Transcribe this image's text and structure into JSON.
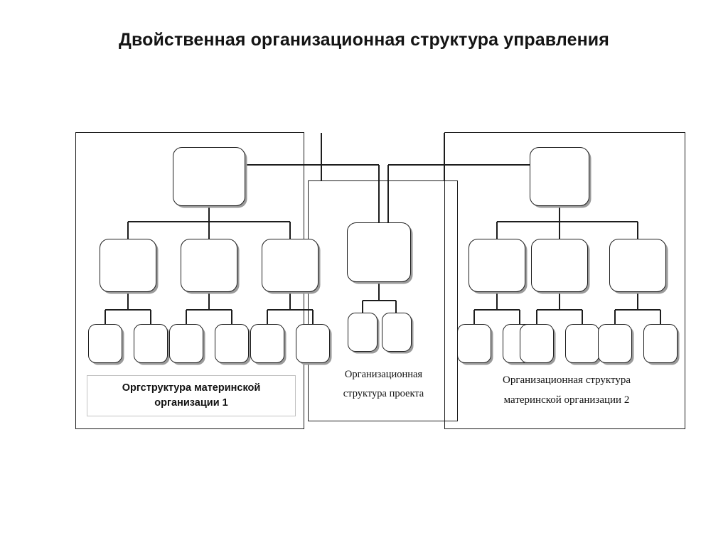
{
  "slide": {
    "title": "Двойственная организационная структура управления",
    "background_color": "#ffffff",
    "line_color": "#1d1d1d",
    "shadow_color": "#9a9a9a"
  },
  "panels": [
    {
      "id": "parent-org-1",
      "caption": "Оргструктура материнской организации 1",
      "caption_line_1": "Оргструктура материнской",
      "caption_line_2": "организации 1",
      "caption_style": "bold-sans-boxed"
    },
    {
      "id": "project-structure",
      "caption": "Организационная структура проекта",
      "caption_line_1": "Организационная",
      "caption_line_2": "структура проекта",
      "caption_style": "serif-plain"
    },
    {
      "id": "parent-org-2",
      "caption": "Организационная структура материнской организации 2",
      "caption_line_1": "Организационная структура",
      "caption_line_2": "материнской организации 2",
      "caption_style": "serif-plain"
    }
  ],
  "nodes": {
    "left_root": {
      "label": "",
      "level": "root"
    },
    "left_mid": [
      {
        "label": "",
        "level": "middle"
      },
      {
        "label": "",
        "level": "middle"
      },
      {
        "label": "",
        "level": "middle"
      }
    ],
    "left_leaves": [
      {
        "label": "",
        "level": "leaf"
      },
      {
        "label": "",
        "level": "leaf"
      },
      {
        "label": "",
        "level": "leaf"
      },
      {
        "label": "",
        "level": "leaf"
      },
      {
        "label": "",
        "level": "leaf"
      },
      {
        "label": "",
        "level": "leaf"
      }
    ],
    "project_root": {
      "label": "",
      "level": "root"
    },
    "project_leaves": [
      {
        "label": "",
        "level": "leaf"
      },
      {
        "label": "",
        "level": "leaf"
      }
    ],
    "right_root": {
      "label": "",
      "level": "root"
    },
    "right_mid": [
      {
        "label": "",
        "level": "middle"
      },
      {
        "label": "",
        "level": "middle"
      },
      {
        "label": "",
        "level": "middle"
      }
    ],
    "right_leaves": [
      {
        "label": "",
        "level": "leaf"
      },
      {
        "label": "",
        "level": "leaf"
      },
      {
        "label": "",
        "level": "leaf"
      },
      {
        "label": "",
        "level": "leaf"
      },
      {
        "label": "",
        "level": "leaf"
      },
      {
        "label": "",
        "level": "leaf"
      }
    ]
  },
  "counts": {
    "left_middle_nodes": 3,
    "left_leaf_nodes": 6,
    "project_leaf_nodes": 2,
    "right_middle_nodes": 3,
    "right_leaf_nodes": 6
  }
}
